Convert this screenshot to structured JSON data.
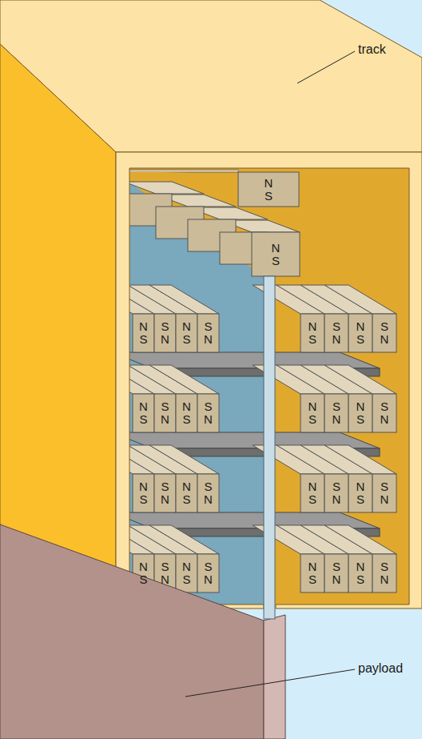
{
  "diagram": {
    "labels": [
      "track",
      "N",
      "S",
      "N",
      "S",
      "N",
      "S",
      "S",
      "N",
      "N",
      "S",
      "S",
      "N",
      "N",
      "S",
      "S",
      "N",
      "N",
      "S",
      "S",
      "N",
      "N",
      "S",
      "S",
      "N",
      "N",
      "S",
      "S",
      "N",
      "N",
      "S",
      "S",
      "N",
      "N",
      "S",
      "S",
      "N",
      "N",
      "S",
      "S",
      "N",
      "N",
      "S",
      "S",
      "N",
      "N",
      "S",
      "S",
      "N",
      "N",
      "S",
      "S",
      "N",
      "N",
      "S",
      "S",
      "N",
      "N",
      "S",
      "S",
      "N",
      "N",
      "S",
      "S",
      "N",
      "N",
      "S",
      "S",
      "N",
      "payload"
    ]
  }
}
